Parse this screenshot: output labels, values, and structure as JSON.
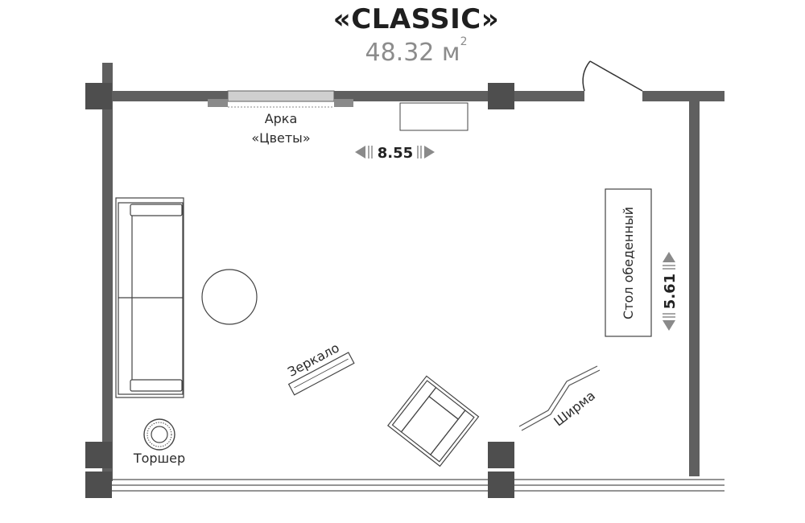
{
  "header": {
    "title": "«CLASSIC»",
    "area_value": "48.32 м",
    "area_unit_exponent": "2"
  },
  "labels": {
    "arch_line1": "Арка",
    "arch_line2": "«Цветы»",
    "dining_table": "Стол обеденный",
    "mirror": "Зеркало",
    "screen": "Ширма",
    "floor_lamp": "Торшер"
  },
  "dimensions": {
    "width": "8.55",
    "height": "5.61"
  },
  "colors": {
    "wall": "#5f5f5f",
    "column": "#4e4e4e",
    "furniture_stroke": "#444444",
    "arrow": "#8a8a8a"
  }
}
